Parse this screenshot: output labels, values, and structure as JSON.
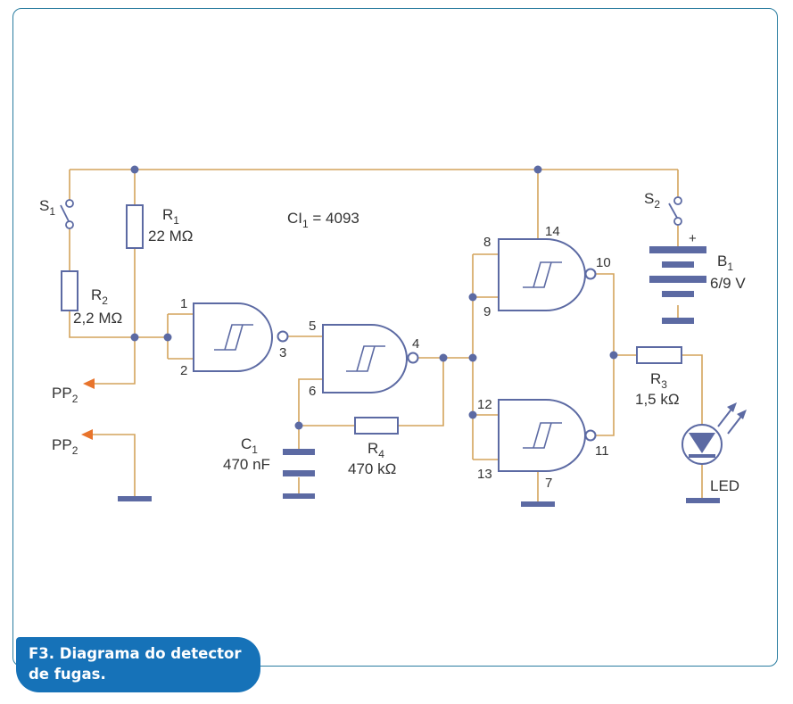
{
  "caption": {
    "line1": "F3. Diagrama do detector",
    "line2": "de fugas."
  },
  "ic": {
    "label": "CI",
    "sub": "1",
    "value": " = 4093"
  },
  "components": {
    "s1": {
      "name": "S",
      "sub": "1"
    },
    "s2": {
      "name": "S",
      "sub": "2"
    },
    "r1": {
      "name": "R",
      "sub": "1",
      "value": "22 MΩ"
    },
    "r2": {
      "name": "R",
      "sub": "2",
      "value": "2,2 MΩ"
    },
    "r3": {
      "name": "R",
      "sub": "3",
      "value": "1,5 kΩ"
    },
    "r4": {
      "name": "R",
      "sub": "4",
      "value": "470 kΩ"
    },
    "c1": {
      "name": "C",
      "sub": "1",
      "value": "470 nF"
    },
    "b1": {
      "name": "B",
      "sub": "1",
      "value": "6/9 V",
      "plus": "+"
    },
    "led": {
      "label": "LED"
    },
    "pp_top": {
      "name": "PP",
      "sub": "2"
    },
    "pp_bottom": {
      "name": "PP",
      "sub": "2"
    }
  },
  "pins": {
    "g1_in_a": "1",
    "g1_in_b": "2",
    "g1_out": "3",
    "g2_in_a": "5",
    "g2_in_b": "6",
    "g2_out": "4",
    "g3_in_a": "8",
    "g3_in_b": "9",
    "g3_out": "10",
    "g4_in_a": "12",
    "g4_in_b": "13",
    "g4_out": "11",
    "vdd": "14",
    "gnd": "7"
  },
  "colors": {
    "wire": "#d4a45c",
    "component": "#5c6aa3",
    "probe_arrow": "#e8742c",
    "caption_bg": "#1672b8",
    "frame": "#2a7da0"
  }
}
